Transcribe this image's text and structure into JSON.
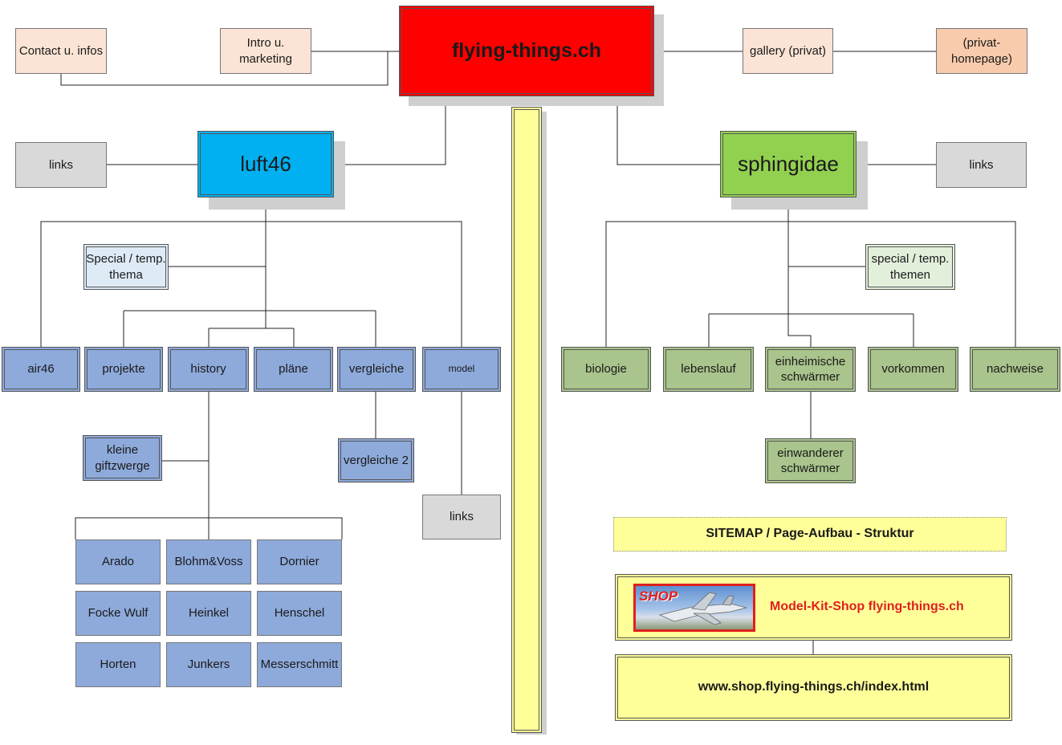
{
  "root": {
    "label": "flying-things.ch"
  },
  "top_nodes": {
    "contact": "Contact u. infos",
    "intro": "Intro u. marketing",
    "gallery": "gallery (privat)",
    "private": "(privat-homepage)"
  },
  "luft46": {
    "label": "luft46",
    "links": "links",
    "special": "Special / temp. thema",
    "children": {
      "air46": "air46",
      "projekte": "projekte",
      "history": "history",
      "plaene": "pläne",
      "vergleiche": "vergleiche",
      "model": "model"
    },
    "vergleiche2": "vergleiche 2",
    "model_links": "links",
    "giftzwerge": "kleine giftzwerge",
    "manufacturers": [
      "Arado",
      "Blohm&Voss",
      "Dornier",
      "Focke Wulf",
      "Heinkel",
      "Henschel",
      "Horten",
      "Junkers",
      "Messerschmitt"
    ]
  },
  "sphingidae": {
    "label": "sphingidae",
    "links": "links",
    "special": "special / temp. themen",
    "children": {
      "biologie": "biologie",
      "lebenslauf": "lebenslauf",
      "einheimische": "einheimische schwärmer",
      "vorkommen": "vorkommen",
      "nachweise": "nachweise"
    },
    "einwanderer": "einwanderer schwärmer"
  },
  "sitemap_title": "SITEMAP / Page-Aufbau - Struktur",
  "shop": {
    "logo_text": "SHOP",
    "title": "Model-Kit-Shop flying-things.ch",
    "url": "www.shop.flying-things.ch/index.html"
  },
  "colors": {
    "root": "#ff0000",
    "luft46": "#00b0f0",
    "sphingidae": "#92d050",
    "luft46_children": "#8eaadb",
    "sphingidae_children": "#a9c48c",
    "shop_title": "#e02020",
    "highlight": "#ffff99"
  }
}
